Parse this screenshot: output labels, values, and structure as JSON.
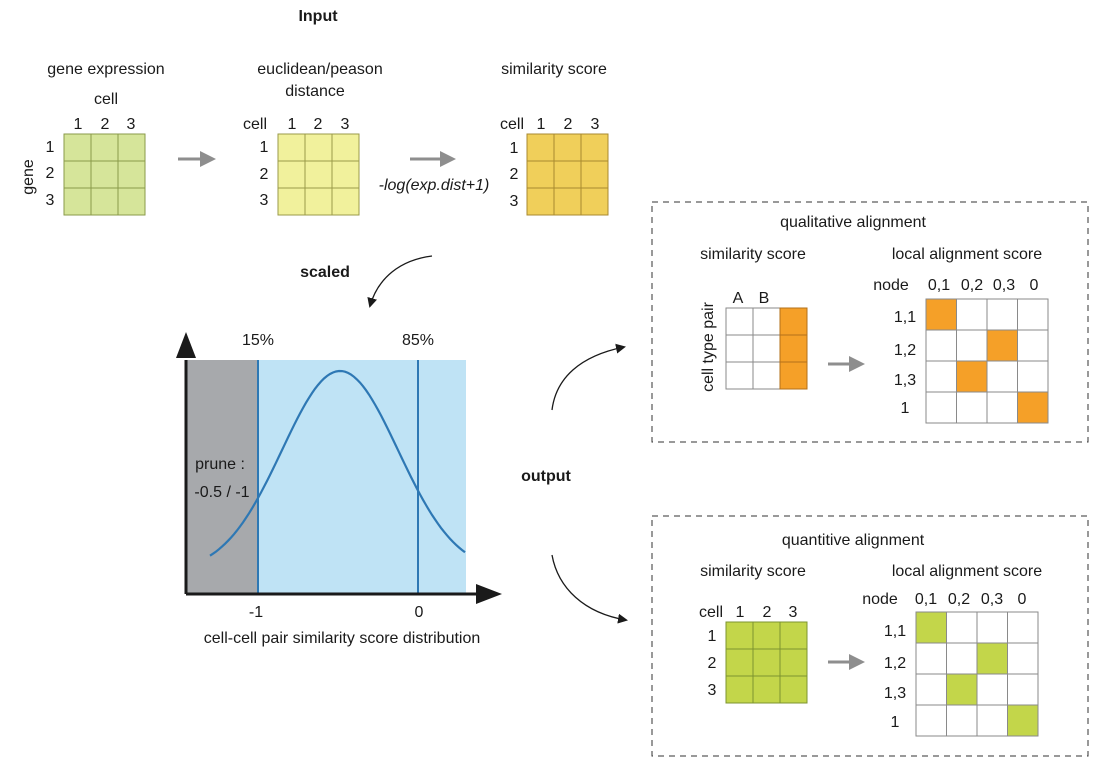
{
  "input_title": "Input",
  "scaled_label": "scaled",
  "output_label": "output",
  "top": {
    "gene_expression": {
      "title": "gene expression",
      "col_header": "cell",
      "col_labels": [
        "1",
        "2",
        "3"
      ],
      "row_labels": [
        "1",
        "2",
        "3"
      ],
      "row_header": "gene",
      "color": "#d6e59a"
    },
    "distance": {
      "title_line1": "euclidean/peason",
      "title_line2": "distance",
      "corner_label": "cell",
      "col_labels": [
        "1",
        "2",
        "3"
      ],
      "row_labels": [
        "1",
        "2",
        "3"
      ],
      "color": "#f1f19c"
    },
    "formula": "-log(exp.dist+1)",
    "similarity": {
      "title": "similarity score",
      "corner_label": "cell",
      "col_labels": [
        "1",
        "2",
        "3"
      ],
      "row_labels": [
        "1",
        "2",
        "3"
      ],
      "color": "#f0cf5a"
    }
  },
  "distribution": {
    "pct_low": "15%",
    "pct_high": "85%",
    "prune_line1": "prune :",
    "prune_line2": "-0.5 / -1",
    "tick_low": "-1",
    "tick_high": "0",
    "caption": "cell-cell pair similarity score distribution",
    "gray_color": "#a7a9ac",
    "blue_color": "#bfe3f5",
    "curve_color": "#2e78b4"
  },
  "qualitative": {
    "title": "qualitative alignment",
    "sim_title": "similarity score",
    "local_title": "local alignment score",
    "col_labels": [
      "A",
      "B"
    ],
    "row_axis_label": "cell type pair",
    "node_label": "node",
    "node_cols": [
      "0,1",
      "0,2",
      "0,3",
      "0"
    ],
    "node_rows": [
      "1,1",
      "1,2",
      "1,3",
      "1"
    ],
    "sim_filled_col": 2,
    "filled_cells": [
      [
        0,
        0
      ],
      [
        1,
        2
      ],
      [
        2,
        1
      ],
      [
        3,
        3
      ]
    ],
    "color": "#f5a028"
  },
  "quantitative": {
    "title": "quantitive alignment",
    "sim_title": "similarity score",
    "local_title": "local alignment score",
    "corner_label": "cell",
    "col_labels": [
      "1",
      "2",
      "3"
    ],
    "row_labels": [
      "1",
      "2",
      "3"
    ],
    "node_label": "node",
    "node_cols": [
      "0,1",
      "0,2",
      "0,3",
      "0"
    ],
    "node_rows": [
      "1,1",
      "1,2",
      "1,3",
      "1"
    ],
    "filled_cells": [
      [
        0,
        0
      ],
      [
        1,
        2
      ],
      [
        2,
        1
      ],
      [
        3,
        3
      ]
    ],
    "color": "#c3d64a"
  }
}
